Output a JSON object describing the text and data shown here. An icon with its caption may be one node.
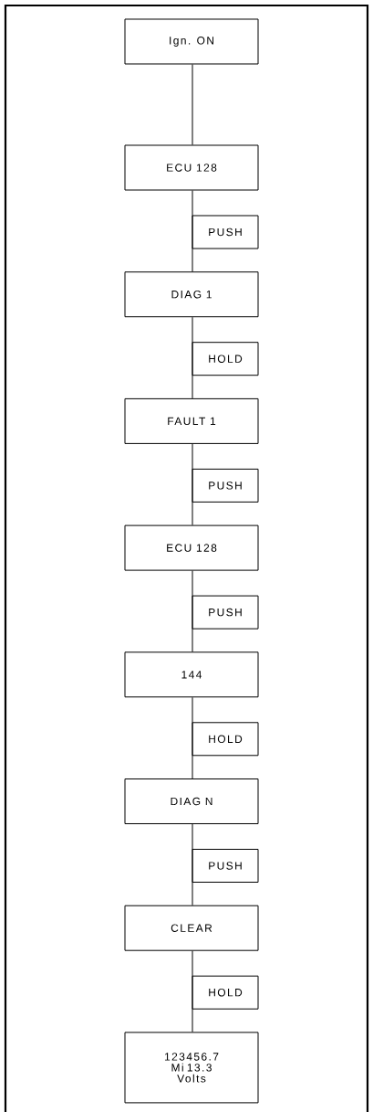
{
  "diagram": {
    "nodes": [
      {
        "text": [
          "Ign. ON"
        ]
      },
      {
        "text": [
          "ECU 128"
        ]
      },
      {
        "text": [
          "PUSH"
        ]
      },
      {
        "text": [
          "DIAG 1"
        ]
      },
      {
        "text": [
          "HOLD"
        ]
      },
      {
        "text": [
          "FAULT 1"
        ]
      },
      {
        "text": [
          "PUSH"
        ]
      },
      {
        "text": [
          "ECU 128"
        ]
      },
      {
        "text": [
          "PUSH"
        ]
      },
      {
        "text": [
          "144"
        ]
      },
      {
        "text": [
          "HOLD"
        ]
      },
      {
        "text": [
          "DIAG N"
        ]
      },
      {
        "text": [
          "PUSH"
        ]
      },
      {
        "text": [
          "CLEAR"
        ]
      },
      {
        "text": [
          "HOLD"
        ]
      },
      {
        "text": [
          "123456.7 Mi 13.3 Volts"
        ]
      }
    ],
    "edges": [
      {
        "from": 0,
        "to": 1,
        "arrow": "none"
      },
      {
        "from": 1,
        "to": 3,
        "arrow": "none"
      },
      {
        "from": 3,
        "to": 5,
        "arrow": "none"
      },
      {
        "from": 5,
        "to": 7,
        "arrow": "none"
      },
      {
        "from": 7,
        "to": 9,
        "arrow": "none"
      },
      {
        "from": 9,
        "to": 11,
        "arrow": "none"
      },
      {
        "from": 11,
        "to": 13,
        "arrow": "none"
      },
      {
        "from": 13,
        "to": 15,
        "arrow": "none"
      }
    ]
  }
}
